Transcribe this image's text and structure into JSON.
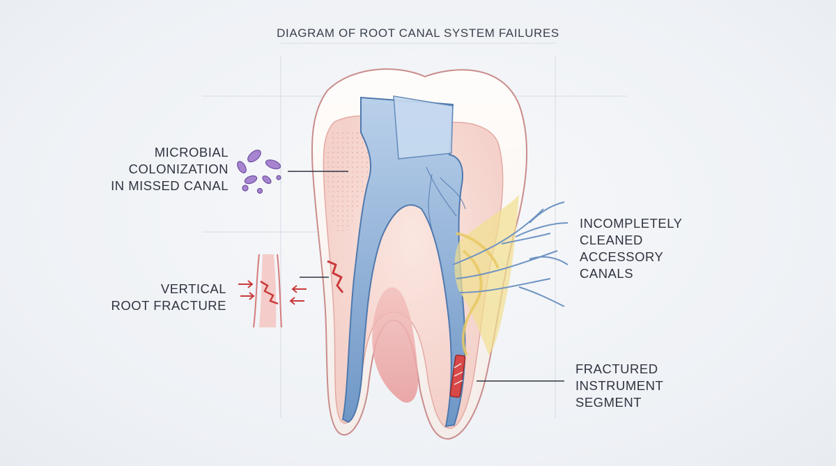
{
  "title": "DIAGRAM OF ROOT CANAL SYSTEM FAILURES",
  "labels": {
    "microbial": [
      "MICROBIAL",
      "COLONIZATION",
      "IN MISSED CANAL"
    ],
    "fracture": [
      "VERTICAL",
      "ROOT FRACTURE"
    ],
    "accessory": [
      "INCOMPLETELY",
      "CLEANED",
      "ACCESSORY",
      "CANALS"
    ],
    "instrument": [
      "FRACTURED",
      "INSTRUMENT",
      "SEGMENT"
    ]
  },
  "colors": {
    "enamel": "#f8f3ef",
    "dentin": "#f6d9d2",
    "pulp_blue": "#8fb0d6",
    "pulp_dark": "#4f79ad",
    "gum_pink": "#e59a9a",
    "fracture_red": "#c83a3a",
    "accessory_yellow": "#f1df8f",
    "bacteria_purple": "#9a72c8"
  }
}
